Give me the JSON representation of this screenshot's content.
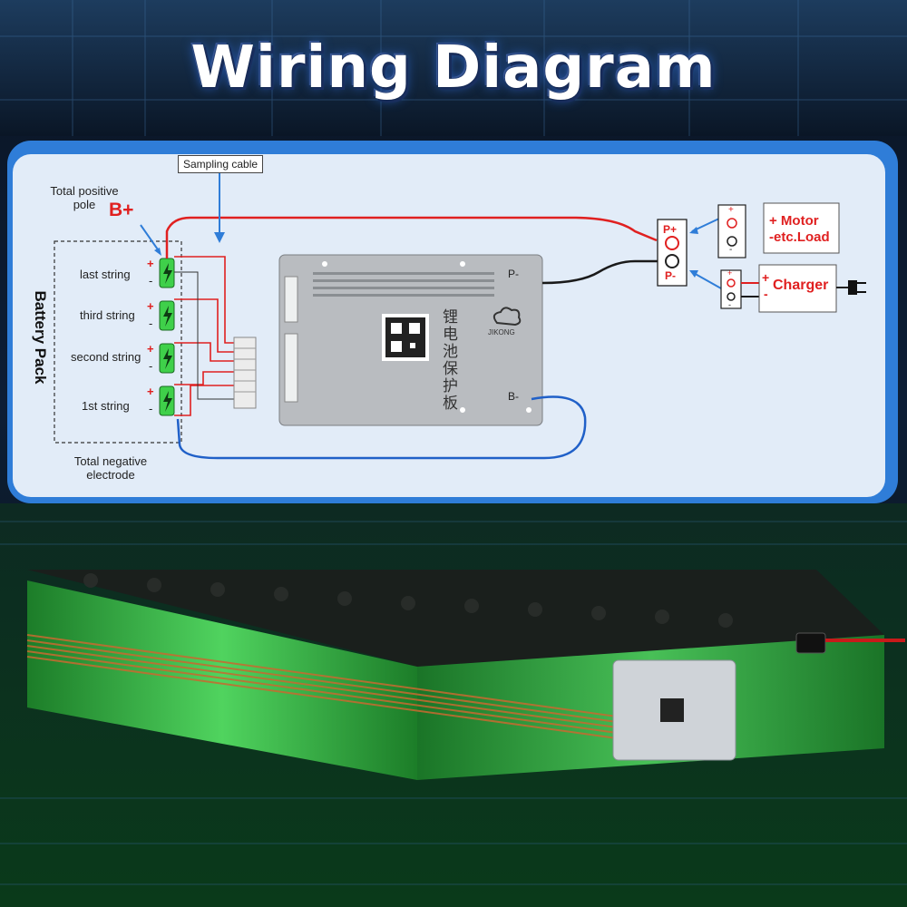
{
  "title": "Wiring Diagram",
  "labels": {
    "total_positive_line1": "Total positive",
    "total_positive_line2": "pole",
    "b_plus": "B+",
    "sampling_cable": "Sampling cable",
    "battery_pack": "Battery Pack",
    "strings": [
      "last string",
      "third string",
      "second string",
      "1st string"
    ],
    "total_negative_line1": "Total negative",
    "total_negative_line2": "electrode",
    "p_minus_board": "P-",
    "b_minus_board": "B-",
    "board_name": "锂电池保护板",
    "brand": "JIKONG",
    "p_plus_terminal": "P+",
    "p_minus_terminal": "P-",
    "motor_line1": "+ Motor",
    "motor_line2": "-etc.Load",
    "charger": "Charger",
    "plus": "+",
    "minus": "-"
  },
  "colors": {
    "positive_wire": "#e02020",
    "negative_wire": "#1a1a1a",
    "b_minus_wire": "#2060c8",
    "sampling_arrow": "#2f7dd8",
    "panel_border": "#2f7dd8",
    "cell_green": "#3fd04a"
  }
}
